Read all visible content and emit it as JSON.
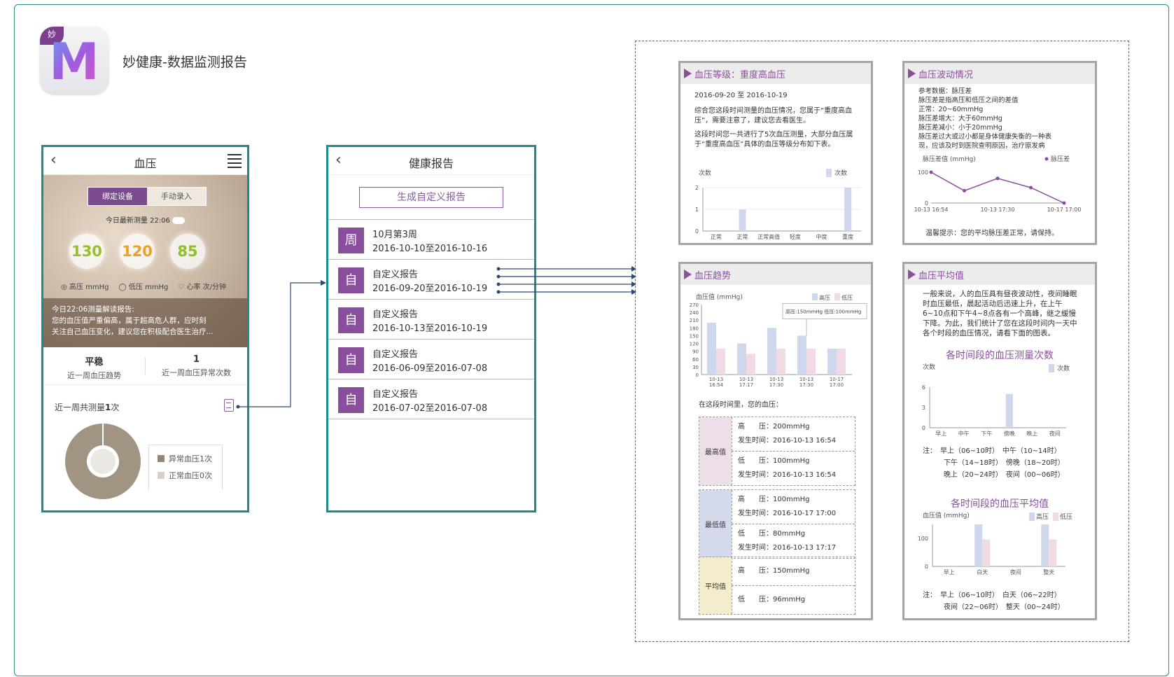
{
  "app": {
    "title": "妙健康-数据监测报告",
    "logo_corner": "妙",
    "logo_letter": "M"
  },
  "phone1": {
    "nav_title": "血压",
    "tabs": [
      "绑定设备",
      "手动录入"
    ],
    "last_label": "今日最新测量  22:06",
    "readings": [
      {
        "value": "130",
        "color": "#9bbf2a"
      },
      {
        "value": "120",
        "color": "#f0a020"
      },
      {
        "value": "85",
        "color": "#8fbf2a"
      }
    ],
    "legend": [
      "高压 mmHg",
      "低压 mmHg",
      "心率 次/分钟"
    ],
    "tip_line1": "今日22:06测量解读报告:",
    "tip_line2": "您的血压值严重偏高，属于超高危人群，应时刻",
    "tip_line3": "关注自己血压变化，建议您在积极配合医生治疗...",
    "stat1_value": "平稳",
    "stat1_label": "近一周血压趋势",
    "stat2_value": "1",
    "stat2_label": "近一周血压异常次数",
    "week_prefix": "近一周共测量",
    "week_count": "1",
    "week_suffix": "次",
    "pie_legend": [
      {
        "label": "异常血压1次",
        "color": "#948671"
      },
      {
        "label": "正常血压0次",
        "color": "#d8d2c6"
      }
    ]
  },
  "phone2": {
    "nav_title": "健康报告",
    "gen_button": "生成自定义报告",
    "reports": [
      {
        "badge": "周",
        "title": "10月第3周",
        "range": "2016-10-10至2016-10-16"
      },
      {
        "badge": "自",
        "title": "自定义报告",
        "range": "2016-09-20至2016-10-19"
      },
      {
        "badge": "自",
        "title": "自定义报告",
        "range": "2016-10-13至2016-10-19"
      },
      {
        "badge": "自",
        "title": "自定义报告",
        "range": "2016-06-09至2016-07-08"
      },
      {
        "badge": "自",
        "title": "自定义报告",
        "range": "2016-07-02至2016-07-08"
      }
    ]
  },
  "card1": {
    "title": "血压等级：重度高血压",
    "date": "2016-09-20 至 2016-10-19",
    "p1": "综合您这段时间测量的血压情况，您属于“重度高血压”，需要注意了，建议您去看医生。",
    "p2": "这段时间您一共进行了5次血压测量，大部分血压属于“重度高血压”具体的血压等级分布如下表。"
  },
  "card2": {
    "title": "血压波动情况",
    "lines": [
      "参考数据：脉压差",
      "脉压差是指高压和低压之间的差值",
      "正常：20~60mmHg",
      "脉压差增大：大于60mmHg",
      "脉压差减小：小于20mmHg",
      "脉压差过大或过小都是身体健康失衡的一种表",
      "现，应该及时到医院查明原因，治疗原发病"
    ],
    "footer": "温馨提示：您的平均脉压差正常，请保持。"
  },
  "card3": {
    "title": "血压趋势",
    "period": "在这段时间里，您的血压：",
    "max_label": "最高值",
    "max_rows": [
      "高　　压：200mmHg",
      "发生时间：2016-10-13 16:54",
      "低　　压：100mmHg",
      "发生时间：2016-10-13 16:54"
    ],
    "min_label": "最低值",
    "min_rows": [
      "高　　压：100mmHg",
      "发生时间：2016-10-17 17:00",
      "低　　压：80mmHg",
      "发生时间：2016-10-13 17:17"
    ],
    "avg_label": "平均值",
    "avg_rows": [
      "高　　压：150mmHg",
      "低　　压：96mmHg"
    ]
  },
  "card4": {
    "title": "血压平均值",
    "p1": "一般来说，人的血压具有昼夜波动性，夜间睡眠时血压最低，晨起活动后迅速上升，在上午6~10点和下午4~8点各有一个高峰，继之缓慢下降。为此，我们统计了您在这段时间内一天中各个时段的血压情况，请看下面的图表。",
    "chart_a_title": "各时间段的血压测量次数",
    "note_a": [
      "注：　早上（06~10时）　中午（10~14时）",
      "　　　下午（14~18时）　傍晚（18~20时）",
      "　　　晚上（20~24时）　夜间（00~06时）"
    ],
    "chart_b_title": "各时间段的血压平均值",
    "note_b": [
      "注：　早上（06~10时）　白天（06~22时）",
      "　　　夜间（22~06时）　整天（00~24时）"
    ]
  },
  "colors": {
    "purple": "#8a4f9c",
    "teal": "#1f8a86",
    "bar_high": "#cfd7ec",
    "bar_low": "#f0dae6"
  },
  "chart_data": [
    {
      "type": "bar",
      "ylabel": "次数",
      "legend": [
        "次数"
      ],
      "categories": [
        "正常",
        "正常",
        "正常高值",
        "轻度",
        "中度",
        "重度"
      ],
      "values": [
        0,
        1,
        0,
        0,
        0,
        2
      ],
      "yticks": [
        0,
        1,
        2
      ]
    },
    {
      "type": "line",
      "ylabel": "脉压差值 (mmHg)",
      "series": [
        {
          "name": "脉压差",
          "values": [
            100,
            40,
            80,
            50,
            0
          ]
        }
      ],
      "x": [
        "10-13 16:54",
        "",
        "10-13 17:30",
        "",
        "10-17 17:00"
      ],
      "ylim": [
        0,
        100
      ],
      "yticks": [
        0,
        100
      ]
    },
    {
      "type": "bar",
      "ylabel": "血压值 (mmHg)",
      "categories": [
        "10-13 16:54",
        "10-13 17:17",
        "10-13 17:30",
        "10-13 17:30",
        "10-17 17:00"
      ],
      "series": [
        {
          "name": "高压",
          "values": [
            200,
            120,
            180,
            150,
            100
          ]
        },
        {
          "name": "低压",
          "values": [
            100,
            80,
            100,
            100,
            100
          ]
        }
      ],
      "ylim": [
        0,
        270
      ],
      "yticks": [
        0,
        30,
        60,
        90,
        120,
        150,
        180,
        210,
        240,
        270
      ],
      "annotation": "高压:150mmHg  低压:100mmHg"
    },
    {
      "type": "bar",
      "ylabel": "次数",
      "legend": [
        "次数"
      ],
      "categories": [
        "早上",
        "中午",
        "下午",
        "傍晚",
        "晚上",
        "夜间"
      ],
      "values": [
        0,
        0,
        0,
        5,
        0,
        0
      ],
      "ylim": [
        0,
        6
      ],
      "yticks": [
        0,
        3,
        6
      ]
    },
    {
      "type": "bar",
      "ylabel": "血压值 (mmHg)",
      "categories": [
        "早上",
        "白天",
        "夜间",
        "整天"
      ],
      "series": [
        {
          "name": "高压",
          "values": [
            0,
            150,
            0,
            150
          ]
        },
        {
          "name": "低压",
          "values": [
            0,
            96,
            0,
            96
          ]
        }
      ],
      "yticks": [
        0,
        100
      ]
    }
  ]
}
